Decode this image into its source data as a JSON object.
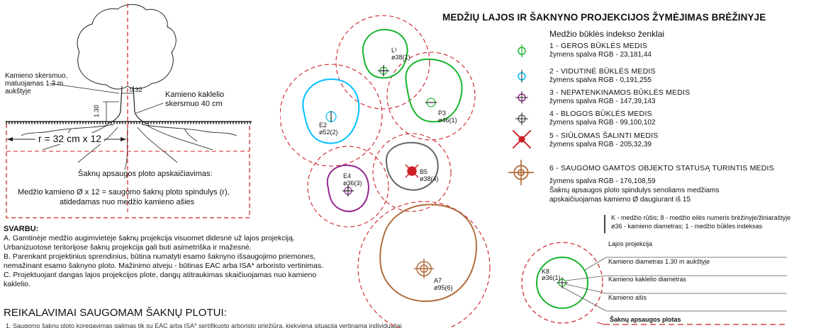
{
  "title": "MEDŽIŲ LAJOS IR ŠAKNYNO PROJEKCIJOS ŽYMĖJIMAS BRĖŽINYJE",
  "left_diagram": {
    "trunk_label": [
      "Kamieno skersmuo,",
      "matuojamas 1.3 m",
      "aukštyje"
    ],
    "collar_label": [
      "Kamieno kaklelio",
      "skersmuo 40 cm"
    ],
    "dim_130": "1.30",
    "dim_032": "0.32",
    "radius_label": "r = 32 cm x 12",
    "calc_title": "Šaknų apsaugos ploto apskaičiavimas:",
    "calc_line1": "Medžio kamieno Ø x 12 = saugomo šaknų ploto spindulys (r),",
    "calc_line2": "atidedamas nuo medžio kamieno ašies"
  },
  "notes": {
    "heading": "SVARBU:",
    "a1": "A. Gamtinėje medžio augimvietėje šaknų projekcija visuomet didesnė už lajos projekciją.",
    "a2": "Urbanizuotose teritorijose šaknų projekcija gali buti asimetriška ir mažesnė.",
    "b1": "B. Parenkant projektinius sprendinius, būtina numatyti esamo šaknyno išsaugojimo priemones,",
    "b2": "nemažinant esamo šaknyno ploto. Mažinimo atveju - būtinas EAC arba ISA* arboristo vertinimas.",
    "c1": "C. Projektuojant dangas lajos projekcijos plote, dangų atitraukimas skaičiuojamas nuo kamieno",
    "c2": "kaklelio.",
    "requirements": "REIKALAVIMAI SAUGOMAM ŠAKNŲ PLOTUI:",
    "cut": "1.    Saugomo šaknų ploto koregavimas galimas tik su EAC arba ISA* sertifikuoto arboristo priežiūra, kiekviena situacija vertinama individualiai"
  },
  "trees": [
    {
      "id": "L1",
      "code": "L¹",
      "diam": "ø38(1)",
      "color": "#17b52c"
    },
    {
      "id": "P3",
      "code": "P3",
      "diam": "ø46(1)",
      "color": "#17b52c"
    },
    {
      "id": "E2",
      "code": "E2",
      "diam": "ø52(2)",
      "color": "#00bfff"
    },
    {
      "id": "B5",
      "code": "B5",
      "diam": "ø38(4)",
      "color": "#636466"
    },
    {
      "id": "E4",
      "code": "E4",
      "diam": "ø36(3)",
      "color": "#93278f"
    },
    {
      "id": "A7",
      "code": "A7",
      "diam": "ø95(6)",
      "color": "#b06c3b"
    }
  ],
  "legend": {
    "heading": "Medžio būklės indekso ženklai",
    "items": [
      {
        "line1": "1 - GEROS BŪKLĖS MEDIS",
        "line2": "žymens spalva RGB - 23,181,44",
        "color": "#17b52c",
        "icon": "good-tree-symbol"
      },
      {
        "line1": "2 - VIDUTINĖ BŪKLĖS MEDIS",
        "line2": "žymens spalva RGB -  0,191,255",
        "color": "#00bfff",
        "icon": "medium-tree-symbol"
      },
      {
        "line1": "3 - NEPATENKINAMOS BŪKLĖS MEDIS",
        "line2": "žymens spalva RGB -  147,39,143",
        "color": "#93278f",
        "icon": "unsatisfactory-tree-symbol"
      },
      {
        "line1": "4 - BLOGOS BŪKLĖS MEDIS",
        "line2": "žymens spalva RGB - 99,100,102",
        "color": "#636466",
        "icon": "bad-tree-symbol"
      },
      {
        "line1": "5 - SIŪLOMAS ŠALINTI MEDIS",
        "line2": "žymens spalva RGB - 205,32,39",
        "color": "#cd2027",
        "icon": "remove-tree-symbol"
      },
      {
        "line1": "6 - SAUGOMO GAMTOS OBJEKTO STATUSĄ TURINTIS MEDIS",
        "line2": "žymens spalva RGB - 176,108,59",
        "color": "#b06c3b",
        "icon": "protected-tree-symbol"
      }
    ],
    "footnote1": "Šaknų apsaugos ploto spindulys senoliams medžiams",
    "footnote2": "apskaičiuojamas kamieno Ø daugiurant iš 15"
  },
  "key": {
    "line1": "K - medžio rūšis; 8 - medžio eilės numeris brėžinyje/žiniaraštyje",
    "line2": "ø36 - kamieno diametras; 1 - medžio būklės indeksas",
    "crown": "Lajos projekcija",
    "trunk_diam": "Kamieno diametras 1.30 m aukštyje",
    "collar_diam": "Kamieno kaklelio diametras",
    "axis": "Kamieno ašis",
    "root_zone": "Šaknų apsaugos plotas",
    "tree_code": "K8",
    "tree_diam": "ø36(1)"
  }
}
